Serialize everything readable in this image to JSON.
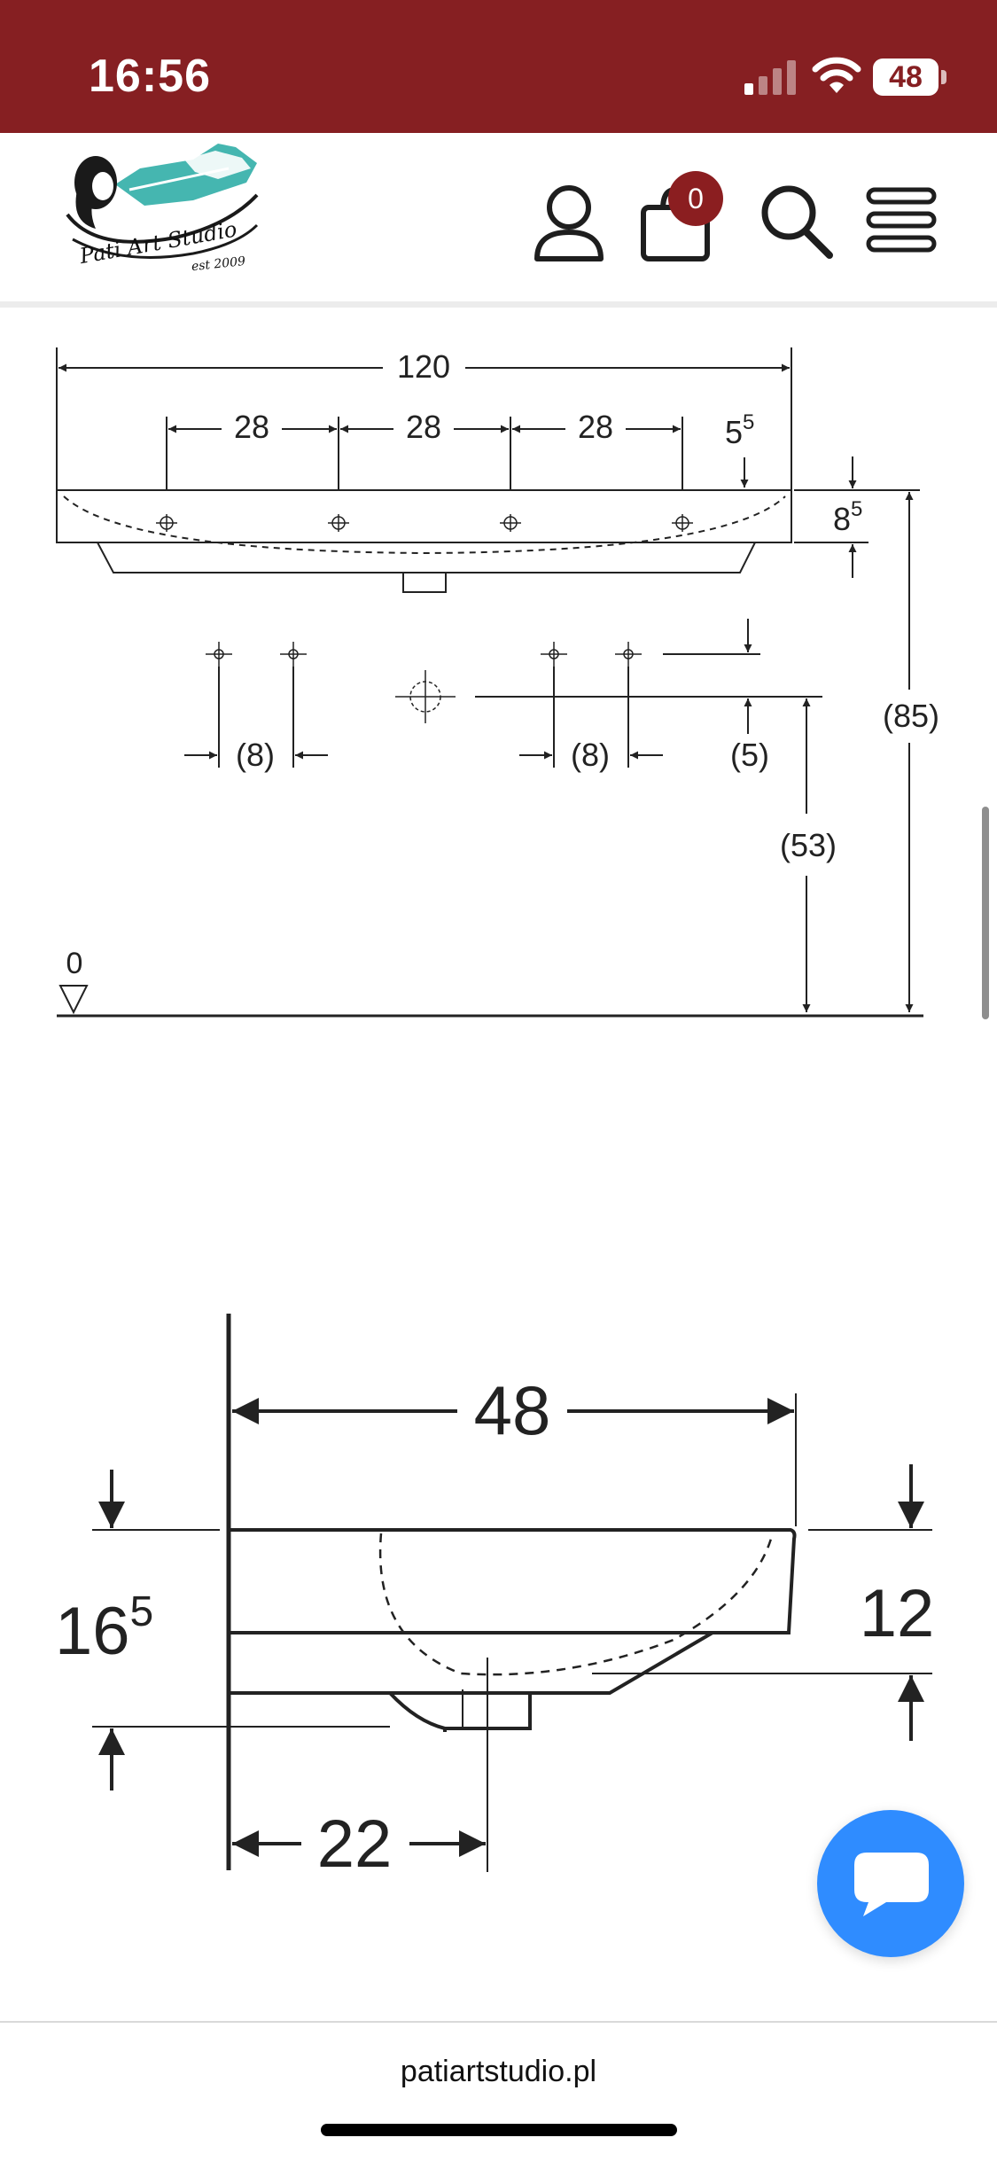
{
  "status_bar": {
    "time": "16:56",
    "battery": "48",
    "background": "#861f22"
  },
  "header": {
    "logo_text": "Pati Art Studio",
    "logo_tagline": "est 2009",
    "cart_count": "0",
    "icons": [
      "account-icon",
      "cart-icon",
      "search-icon",
      "menu-icon"
    ],
    "accent": "#8b1e20"
  },
  "drawing_front": {
    "overall_width": "120",
    "spacings": [
      "28",
      "28",
      "28"
    ],
    "edge_offset_base": "5",
    "edge_offset_sup": "5",
    "rim_height_base": "8",
    "rim_height_sup": "5",
    "tap_spacing_left": "(8)",
    "tap_spacing_right": "(8)",
    "tap_offset": "(5)",
    "waste_height": "(53)",
    "total_height": "(85)",
    "floor_level": "0"
  },
  "drawing_side": {
    "depth": "48",
    "height_base": "16",
    "height_sup": "5",
    "bowl_height": "12",
    "waste_offset": "22"
  },
  "footer": {
    "url": "patiartstudio.pl"
  }
}
